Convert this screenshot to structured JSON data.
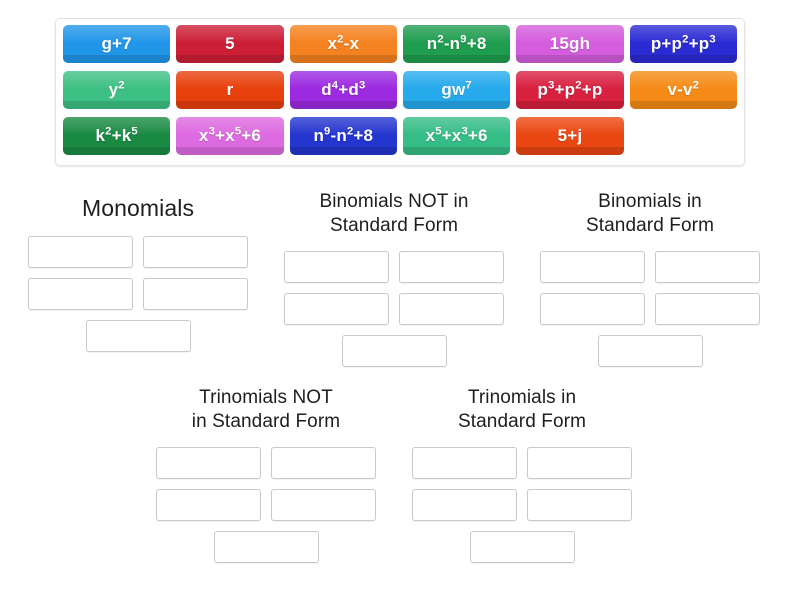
{
  "page": {
    "background": "#ffffff",
    "activity_type": "group-sort"
  },
  "tile_bank": {
    "name": "tile-bank",
    "rows": [
      [
        {
          "label": "g+7",
          "parts": [
            {
              "t": "g+7"
            }
          ],
          "color": "#2196e8"
        },
        {
          "label": "5",
          "parts": [
            {
              "t": "5"
            }
          ],
          "color": "#cc1f36"
        },
        {
          "label": "x²-x",
          "parts": [
            {
              "t": "x"
            },
            {
              "sup": "2"
            },
            {
              "t": "-x"
            }
          ],
          "color": "#f58220"
        },
        {
          "label": "n²-n⁹+8",
          "parts": [
            {
              "t": "n"
            },
            {
              "sup": "2"
            },
            {
              "t": "-n"
            },
            {
              "sup": "9"
            },
            {
              "t": "+8"
            }
          ],
          "color": "#1f9d4e"
        },
        {
          "label": "15gh",
          "parts": [
            {
              "t": "15gh"
            }
          ],
          "color": "#d45ddd"
        },
        {
          "label": "p+p²+p³",
          "parts": [
            {
              "t": "p+p"
            },
            {
              "sup": "2"
            },
            {
              "t": "+p"
            },
            {
              "sup": "3"
            }
          ],
          "color": "#2b2bd4"
        }
      ],
      [
        {
          "label": "y²",
          "parts": [
            {
              "t": "y"
            },
            {
              "sup": "2"
            }
          ],
          "color": "#3dc083"
        },
        {
          "label": "r",
          "parts": [
            {
              "t": "r"
            }
          ],
          "color": "#e8400c"
        },
        {
          "label": "d⁴+d³",
          "parts": [
            {
              "t": "d"
            },
            {
              "sup": "4"
            },
            {
              "t": "+d"
            },
            {
              "sup": "3"
            }
          ],
          "color": "#9b2ae0"
        },
        {
          "label": "gw⁷",
          "parts": [
            {
              "t": "gw"
            },
            {
              "sup": "7"
            }
          ],
          "color": "#26aaec"
        },
        {
          "label": "p³+p²+p",
          "parts": [
            {
              "t": "p"
            },
            {
              "sup": "3"
            },
            {
              "t": "+p"
            },
            {
              "sup": "2"
            },
            {
              "t": "+p"
            }
          ],
          "color": "#d8203f"
        },
        {
          "label": "v-v²",
          "parts": [
            {
              "t": "v-v"
            },
            {
              "sup": "2"
            }
          ],
          "color": "#f58a16"
        }
      ],
      [
        {
          "label": "k²+k⁵",
          "parts": [
            {
              "t": "k"
            },
            {
              "sup": "2"
            },
            {
              "t": "+k"
            },
            {
              "sup": "5"
            }
          ],
          "color": "#1a8a43"
        },
        {
          "label": "x³+x⁵+6",
          "parts": [
            {
              "t": "x"
            },
            {
              "sup": "3"
            },
            {
              "t": "+x"
            },
            {
              "sup": "5"
            },
            {
              "t": "+6"
            }
          ],
          "color": "#dd6ae0"
        },
        {
          "label": "n⁹-n²+8",
          "parts": [
            {
              "t": "n"
            },
            {
              "sup": "9"
            },
            {
              "t": "-n"
            },
            {
              "sup": "2"
            },
            {
              "t": "+8"
            }
          ],
          "color": "#2535cf"
        },
        {
          "label": "x⁵+x³+6",
          "parts": [
            {
              "t": "x"
            },
            {
              "sup": "5"
            },
            {
              "t": "+x"
            },
            {
              "sup": "3"
            },
            {
              "t": "+6"
            }
          ],
          "color": "#35bd86"
        },
        {
          "label": "5+j",
          "parts": [
            {
              "t": "5+j"
            }
          ],
          "color": "#ea4712"
        },
        {
          "spacer": true
        }
      ]
    ]
  },
  "groups": [
    {
      "id": "monomials",
      "title": "Monomials",
      "title_lines": [
        "Monomials"
      ],
      "slot_count": 5,
      "slot_rows": [
        2,
        2,
        1
      ]
    },
    {
      "id": "binomials-not-standard",
      "title": "Binomials NOT in Standard Form",
      "title_lines": [
        "Binomials NOT in",
        "Standard Form"
      ],
      "slot_count": 5,
      "slot_rows": [
        2,
        2,
        1
      ]
    },
    {
      "id": "binomials-standard",
      "title": "Binomials in Standard Form",
      "title_lines": [
        "Binomials in",
        "Standard Form"
      ],
      "slot_count": 5,
      "slot_rows": [
        2,
        2,
        1
      ]
    },
    {
      "id": "trinomials-not-standard",
      "title": "Trinomials NOT in Standard Form",
      "title_lines": [
        "Trinomials NOT",
        "in Standard Form"
      ],
      "slot_count": 5,
      "slot_rows": [
        2,
        2,
        1
      ]
    },
    {
      "id": "trinomials-standard",
      "title": "Trinomials in Standard Form",
      "title_lines": [
        "Trinomials in",
        "Standard Form"
      ],
      "slot_count": 5,
      "slot_rows": [
        2,
        2,
        1
      ]
    }
  ]
}
